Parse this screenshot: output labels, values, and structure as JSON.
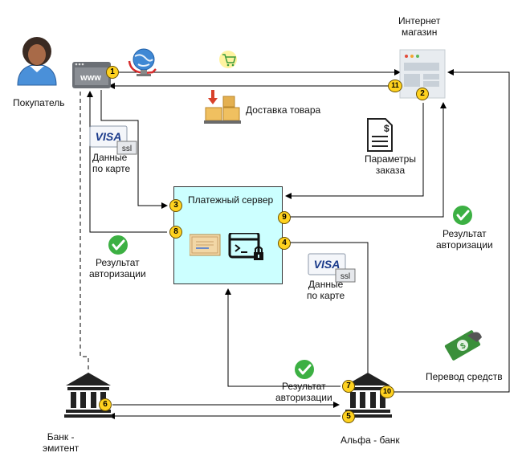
{
  "nodes": {
    "buyer": "Покупатель",
    "shop": "Интернет\nмагазин",
    "payment_server": "Платежный сервер",
    "issuer_bank": "Банк -\nэмитент",
    "alfa_bank": "Альфа - банк"
  },
  "labels": {
    "delivery": "Доставка товара",
    "order_params": "Параметры\nзаказа",
    "card_data_1": "Данные\nпо карте",
    "card_data_2": "Данные\nпо карте",
    "auth_result_1": "Результат\nавторизации",
    "auth_result_2": "Результат\nавторизации",
    "auth_result_3": "Результат\nавторизации",
    "transfer": "Перевод средств",
    "browser_text": "www",
    "ssl_text": "ssl",
    "visa_text": "VISA"
  },
  "steps": [
    "1",
    "2",
    "3",
    "4",
    "5",
    "6",
    "7",
    "8",
    "9",
    "10",
    "11"
  ],
  "colors": {
    "server_fill": "#ccffff",
    "badge": "#ffd21f",
    "check": "#3cb043",
    "money": "#3a8f3a"
  }
}
